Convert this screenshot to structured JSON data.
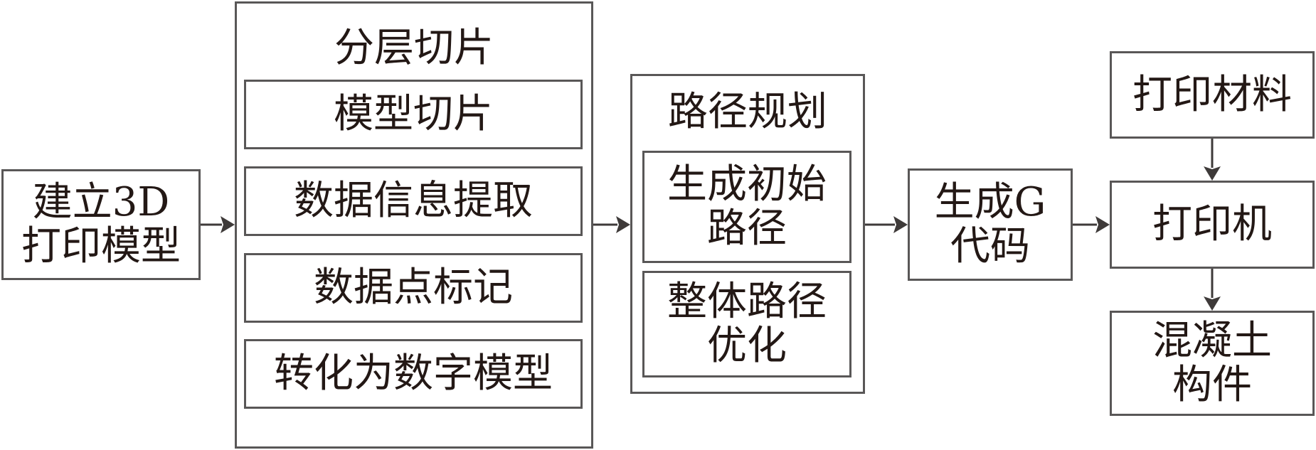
{
  "build_model": {
    "line1": "建立3D",
    "line2": "打印模型"
  },
  "slicing": {
    "title": "分层切片",
    "steps": [
      "模型切片",
      "数据信息提取",
      "数据点标记",
      "转化为数字模型"
    ]
  },
  "path_planning": {
    "title": "路径规划",
    "steps": [
      {
        "line1": "生成初始",
        "line2": "路径"
      },
      {
        "line1": "整体路径",
        "line2": "优化"
      }
    ]
  },
  "gcode": {
    "line1": "生成G",
    "line2": "代码"
  },
  "material": {
    "label": "打印材料"
  },
  "printer": {
    "label": "打印机"
  },
  "product": {
    "line1": "混凝土",
    "line2": "构件"
  }
}
